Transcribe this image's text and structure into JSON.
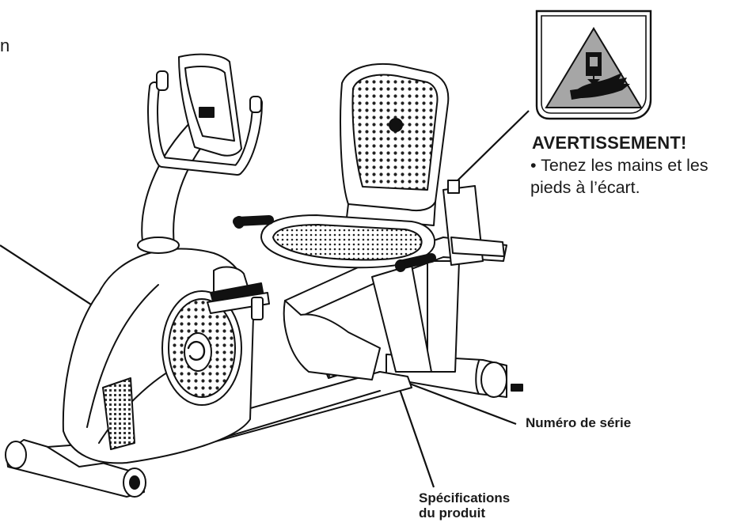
{
  "labels": {
    "edge_fragment": "n",
    "warning_title": "AVERTISSEMENT!",
    "warning_text": "• Tenez les mains et les pieds à l’écart.",
    "serial_number": "Numéro de série",
    "specs_line1": "Spécifications",
    "specs_line2": "du produit"
  },
  "icons": {
    "warning_symbol": "hand-crush-warning-icon",
    "product": "recumbent-bike-icon"
  },
  "colors": {
    "warning_triangle": "#a6a6a6",
    "ink": "#1a1a1a"
  }
}
